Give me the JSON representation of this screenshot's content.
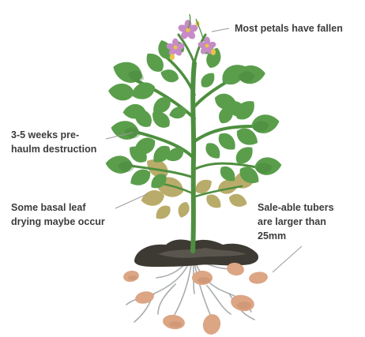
{
  "callouts": {
    "petals": {
      "lines": [
        "Most petals have fallen"
      ]
    },
    "weeks": {
      "lines": [
        "3-5 weeks pre-",
        "haulm destruction"
      ]
    },
    "basal": {
      "lines": [
        "Some basal leaf",
        "drying maybe occur"
      ]
    },
    "tubers": {
      "lines": [
        "Sale-able tubers",
        "are larger than",
        "25mm"
      ]
    }
  },
  "colors": {
    "leaf_green": "#5a9e4b",
    "leaf_dark": "#3f7a35",
    "stem_green": "#4e8f3f",
    "dry_leaf": "#b9ac6a",
    "soil": "#3d3a33",
    "tuber": "#dca584",
    "root": "#a9adaf",
    "petal": "#c78bc7",
    "flower_center": "#e9c348",
    "text": "#3c3c3c",
    "leader": "#9a9a9a"
  }
}
